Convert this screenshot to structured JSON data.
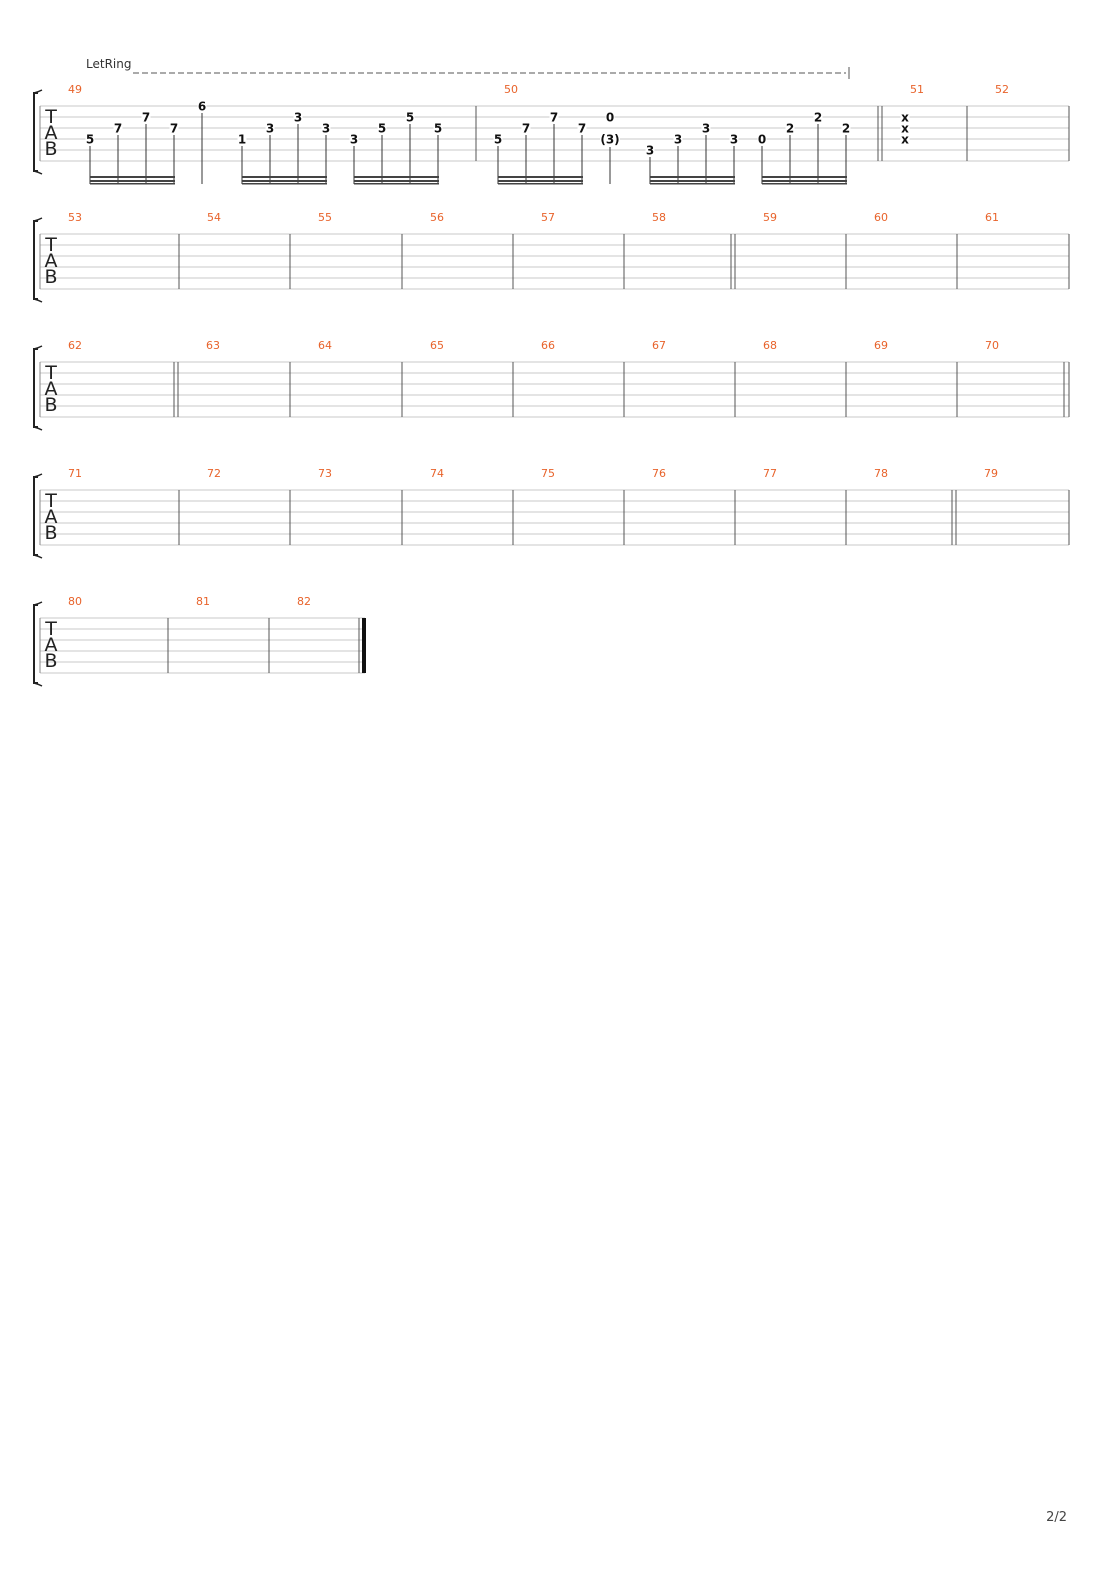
{
  "effect_label": "LetRing",
  "page_number": "2/2",
  "systems": [
    {
      "bars": [
        {
          "num": "49",
          "double_start": false
        },
        {
          "num": "50",
          "double_start": false
        },
        {
          "num": "51",
          "double_start": true
        },
        {
          "num": "52",
          "double_start": false
        }
      ],
      "end": "single"
    },
    {
      "bars": [
        {
          "num": "53",
          "double_start": false
        },
        {
          "num": "54",
          "double_start": false
        },
        {
          "num": "55",
          "double_start": false
        },
        {
          "num": "56",
          "double_start": false
        },
        {
          "num": "57",
          "double_start": false
        },
        {
          "num": "58",
          "double_start": false
        },
        {
          "num": "59",
          "double_start": true
        },
        {
          "num": "60",
          "double_start": false
        },
        {
          "num": "61",
          "double_start": false
        }
      ],
      "end": "single"
    },
    {
      "bars": [
        {
          "num": "62",
          "double_start": false
        },
        {
          "num": "63",
          "double_start": true
        },
        {
          "num": "64",
          "double_start": false
        },
        {
          "num": "65",
          "double_start": false
        },
        {
          "num": "66",
          "double_start": false
        },
        {
          "num": "67",
          "double_start": false
        },
        {
          "num": "68",
          "double_start": false
        },
        {
          "num": "69",
          "double_start": false
        },
        {
          "num": "70",
          "double_start": false
        }
      ],
      "end": "double"
    },
    {
      "bars": [
        {
          "num": "71",
          "double_start": false
        },
        {
          "num": "72",
          "double_start": false
        },
        {
          "num": "73",
          "double_start": false
        },
        {
          "num": "74",
          "double_start": false
        },
        {
          "num": "75",
          "double_start": false
        },
        {
          "num": "76",
          "double_start": false
        },
        {
          "num": "77",
          "double_start": false
        },
        {
          "num": "78",
          "double_start": false
        },
        {
          "num": "79",
          "double_start": true
        }
      ],
      "end": "single"
    },
    {
      "bars": [
        {
          "num": "80",
          "double_start": false
        },
        {
          "num": "81",
          "double_start": false
        },
        {
          "num": "82",
          "double_start": false
        }
      ],
      "end": "final"
    }
  ],
  "notes": [
    {
      "bar": "49",
      "string": 4,
      "fret": "5"
    },
    {
      "bar": "49",
      "string": 3,
      "fret": "7"
    },
    {
      "bar": "49",
      "string": 2,
      "fret": "7"
    },
    {
      "bar": "49",
      "string": 3,
      "fret": "7"
    },
    {
      "bar": "49",
      "string": 1,
      "fret": "6"
    },
    {
      "bar": "49",
      "string": 4,
      "fret": "1"
    },
    {
      "bar": "49",
      "string": 3,
      "fret": "3"
    },
    {
      "bar": "49",
      "string": 2,
      "fret": "3"
    },
    {
      "bar": "49",
      "string": 3,
      "fret": "3"
    },
    {
      "bar": "49",
      "string": 4,
      "fret": "3"
    },
    {
      "bar": "49",
      "string": 3,
      "fret": "5"
    },
    {
      "bar": "49",
      "string": 2,
      "fret": "5"
    },
    {
      "bar": "49",
      "string": 3,
      "fret": "5"
    },
    {
      "bar": "50",
      "string": 4,
      "fret": "5"
    },
    {
      "bar": "50",
      "string": 3,
      "fret": "7"
    },
    {
      "bar": "50",
      "string": 2,
      "fret": "7"
    },
    {
      "bar": "50",
      "string": 3,
      "fret": "7"
    },
    {
      "bar": "50",
      "string": 2,
      "fret": "0"
    },
    {
      "bar": "50",
      "string": 4,
      "fret": "(3)"
    },
    {
      "bar": "50",
      "string": 5,
      "fret": "3"
    },
    {
      "bar": "50",
      "string": 4,
      "fret": "3"
    },
    {
      "bar": "50",
      "string": 3,
      "fret": "3"
    },
    {
      "bar": "50",
      "string": 4,
      "fret": "3"
    },
    {
      "bar": "50",
      "string": 4,
      "fret": "0"
    },
    {
      "bar": "50",
      "string": 3,
      "fret": "2"
    },
    {
      "bar": "50",
      "string": 2,
      "fret": "2"
    },
    {
      "bar": "50",
      "string": 3,
      "fret": "2"
    },
    {
      "bar": "51",
      "string": 2,
      "fret": "x"
    },
    {
      "bar": "51",
      "string": 3,
      "fret": "x"
    },
    {
      "bar": "51",
      "string": 4,
      "fret": "x"
    }
  ]
}
